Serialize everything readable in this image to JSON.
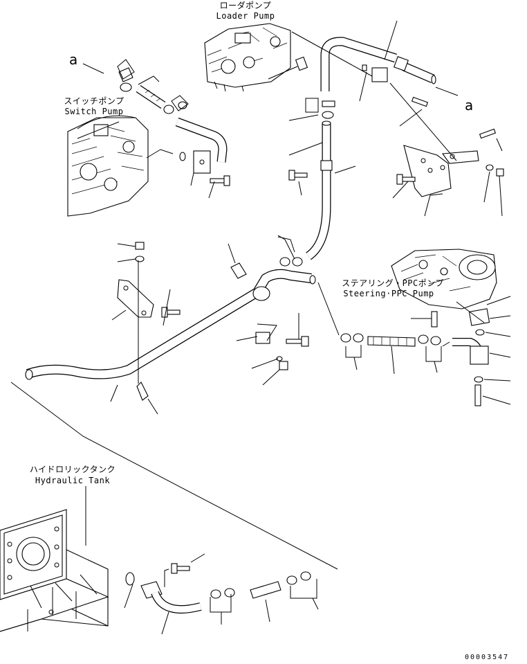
{
  "labels": {
    "loader_pump_jp": "ローダポンプ",
    "loader_pump_en": "Loader Pump",
    "switch_pump_jp": "スイッチポンプ",
    "switch_pump_en": "Switch Pump",
    "steering_pump_jp": "ステアリング・PPCポンプ",
    "steering_pump_en": "Steering·PPC Pump",
    "hydraulic_tank_jp": "ハイドロリックタンク",
    "hydraulic_tank_en": "Hydraulic Tank"
  },
  "markers": {
    "ref_left": "a",
    "ref_right": "a"
  },
  "drawing_code": "00003547",
  "colors": {
    "line": "#000000",
    "background": "#ffffff"
  }
}
